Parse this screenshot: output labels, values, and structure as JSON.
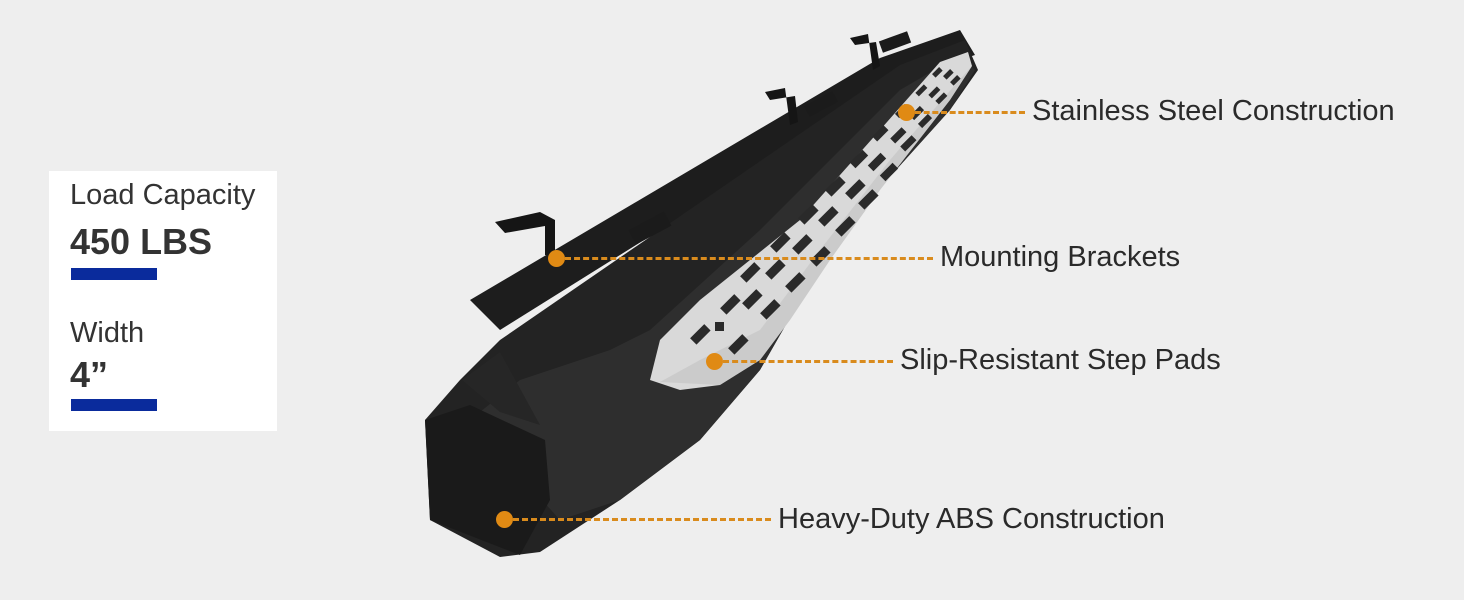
{
  "specs": {
    "load_capacity_label": "Load Capacity",
    "load_capacity_value": "450 LBS",
    "width_label": "Width",
    "width_value": "4”"
  },
  "callouts": {
    "stainless": "Stainless Steel Construction",
    "brackets": "Mounting Brackets",
    "step_pads": "Slip-Resistant Step Pads",
    "abs": "Heavy-Duty ABS Construction"
  },
  "colors": {
    "accent_bar": "#0a2b9c",
    "callout": "#e08a14",
    "background": "#eeeeee"
  }
}
